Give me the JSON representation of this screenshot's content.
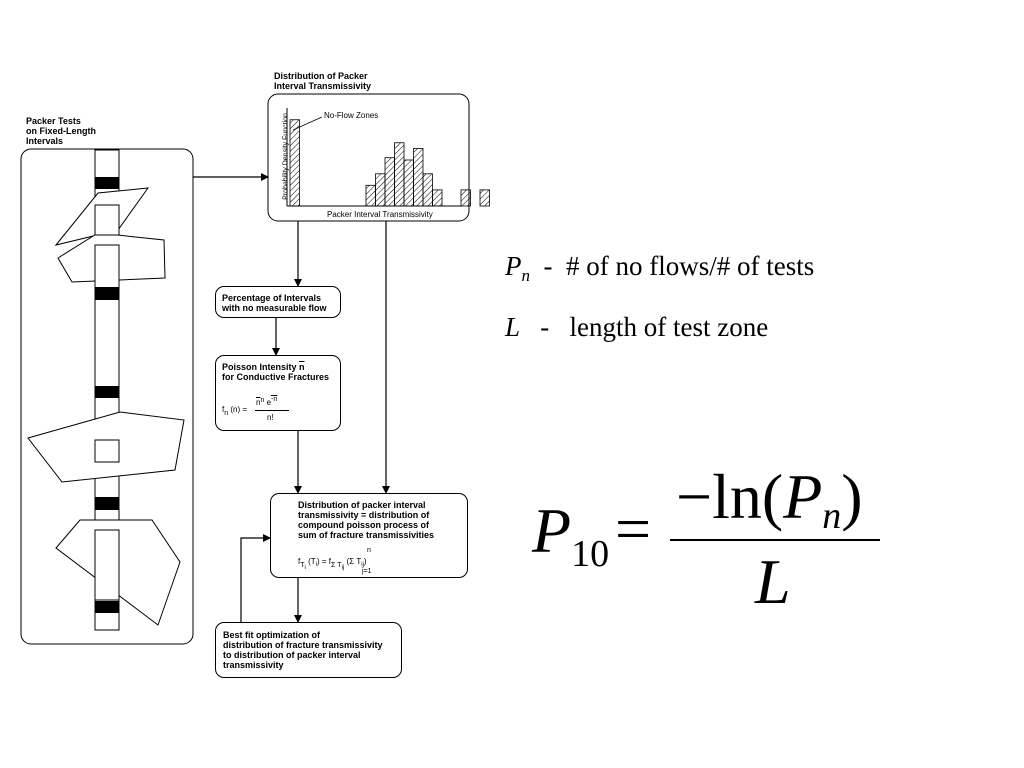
{
  "diagram": {
    "packer_tests_title": "Packer Tests\non Fixed-Length\nIntervals",
    "distribution_title": "Distribution of Packer\nInterval Transmissivity",
    "histogram": {
      "ylabel": "Probability Density Function",
      "xlabel": "Packer Interval Transmissivity",
      "annotation": "No-Flow Zones",
      "bin_values": [
        0.75,
        0,
        0,
        0,
        0,
        0,
        0,
        0,
        0.18,
        0.28,
        0.42,
        0.55,
        0.4,
        0.5,
        0.28,
        0.14,
        0,
        0,
        0.14,
        0,
        0.14
      ]
    },
    "box_percentage": "Percentage of Intervals\nwith no measurable flow",
    "box_poisson": {
      "title_line1": "Poisson Intensity",
      "nbar": "n",
      "title_line2": "for Conductive Fractures",
      "f_label": "f",
      "f_sub": "n",
      "f_arg": "(n) =",
      "num_n": "n",
      "num_exp_n": "n",
      "num_e": "e",
      "num_exp_neg": "-n",
      "denominator": "n!"
    },
    "box_distribution": {
      "text": "Distribution of packer interval\ntransmissivity = distribution of\ncompound poisson process of\nsum of fracture transmissivities",
      "f": "f",
      "sub_T": "T",
      "sub_i": "i",
      "arg": "(T",
      "arg_i": "i",
      "eq": ") = f",
      "sigma": "Σ",
      "T_ij": "T",
      "ij": "ij",
      "paren_open": "(",
      "sum_upper": "n",
      "sum_sigma": "Σ",
      "sum_T": "T",
      "sum_ij": "ij",
      "paren_close": ")",
      "sum_lower": "j=1"
    },
    "box_bestfit": "Best fit optimization of\ndistribution of fracture transmissivity\nto distribution of packer interval\ntransmissivity"
  },
  "definitions": [
    {
      "symbol": "P",
      "subscript": "n",
      "separator": "-",
      "text": "# of no flows/# of tests"
    },
    {
      "symbol": "L",
      "subscript": "",
      "separator": "-",
      "text": "length of test zone"
    }
  ],
  "formula": {
    "lhs_symbol": "P",
    "lhs_subscript": "10",
    "equals": "=",
    "numerator_prefix": "−ln(",
    "numerator_symbol": "P",
    "numerator_subscript": "n",
    "numerator_suffix": ")",
    "denominator": "L"
  }
}
